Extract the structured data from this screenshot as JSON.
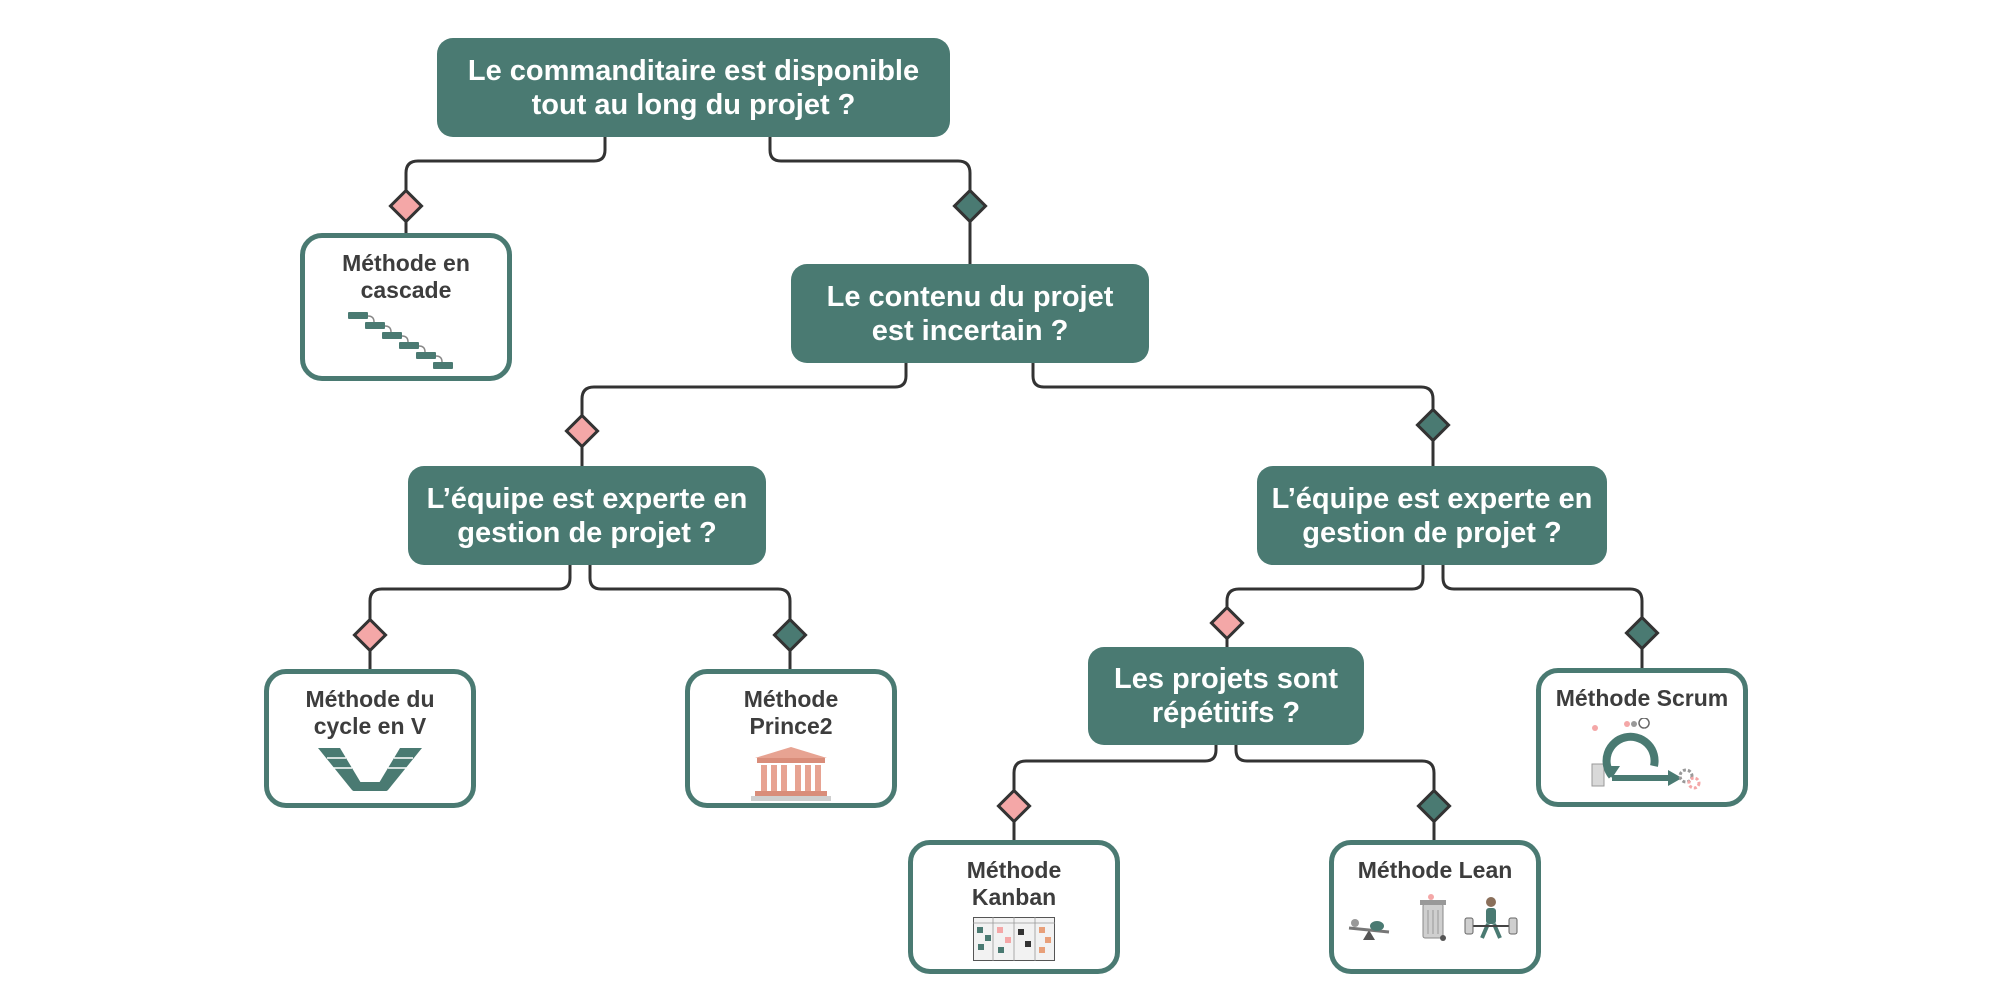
{
  "questions": {
    "sponsor_available": "Le commanditaire est disponible\ntout au long du projet ?",
    "content_uncertain": "Le contenu du projet\nest incertain ?",
    "team_expert_left": "L’équipe est experte en\ngestion de projet ?",
    "team_expert_right": "L’équipe est experte en\ngestion de projet ?",
    "projects_repetitive": "Les projets sont\nrépétitifs ?"
  },
  "methods": {
    "cascade": "Méthode en\ncascade",
    "cycle_v": "Méthode du\ncycle en V",
    "prince2": "Méthode\nPrince2",
    "kanban": "Méthode\nKanban",
    "lean": "Méthode Lean",
    "scrum": "Méthode Scrum"
  },
  "legend_colors": {
    "no_branch": "#f4a7a7",
    "yes_branch": "#4a7a72",
    "node_fill": "#4a7a72",
    "connector": "#333333"
  }
}
